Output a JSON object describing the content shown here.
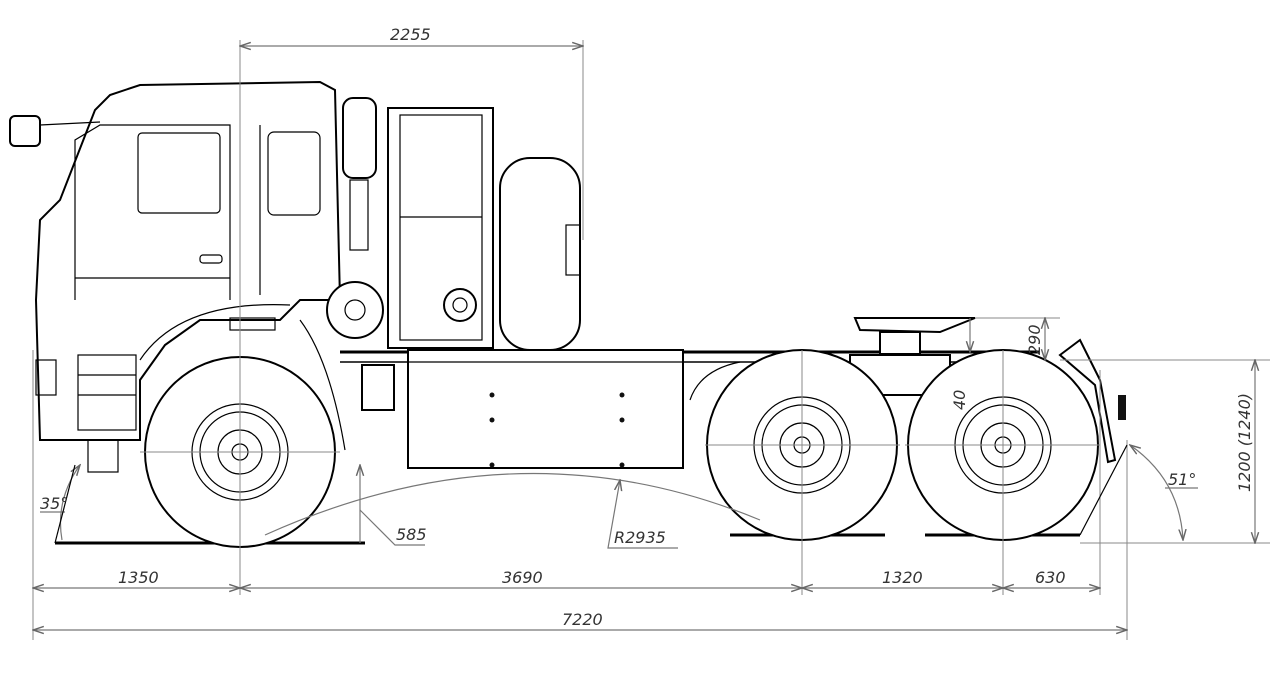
{
  "drawing": {
    "dimensions": {
      "cab_to_rear_width": "2255",
      "fifth_wheel_height": "290",
      "fifth_wheel_offset": "40",
      "coupling_height": "1200 (1240)",
      "departure_angle": "51°",
      "approach_angle": "35°",
      "ground_clearance": "585",
      "turning_radius": "R2935",
      "front_overhang": "1350",
      "wheelbase_front": "3690",
      "wheelbase_rear": "1320",
      "rear_overhang": "630",
      "overall_length": "7220"
    }
  }
}
